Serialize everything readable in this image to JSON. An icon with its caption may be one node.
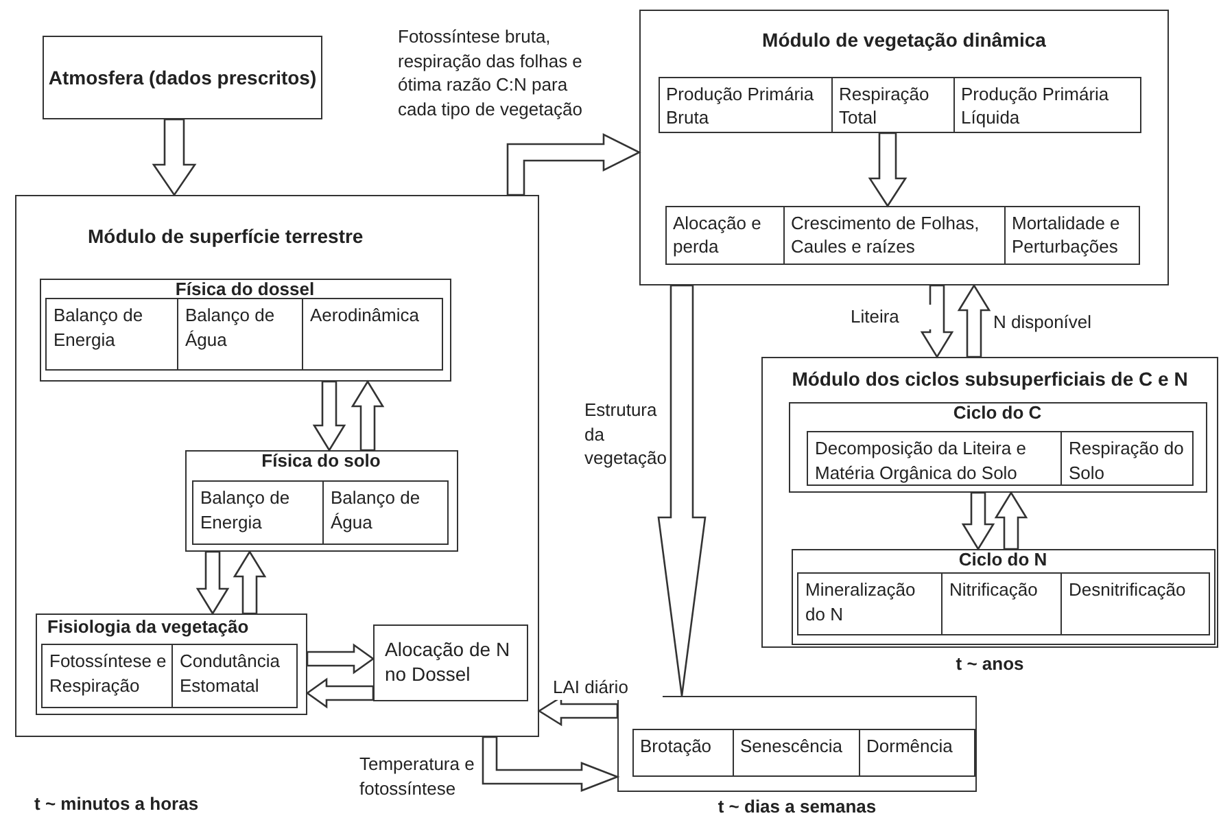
{
  "diagram": {
    "nodes": [
      {
        "text": [
          "Atmosfera (dados prescritos)"
        ]
      },
      {
        "text": [
          "Módulo de superfície terrestre"
        ],
        "beside": [
          "t ~ minutos a horas"
        ]
      },
      {
        "text": [
          "Física do dossel"
        ],
        "in": 1
      },
      {
        "text": [
          "Balanço de Energia"
        ],
        "in": 2
      },
      {
        "text": [
          "Balanço de Água"
        ],
        "in": 2
      },
      {
        "text": [
          "Aerodinâmica"
        ],
        "in": 2
      },
      {
        "text": [
          "Física do solo"
        ],
        "in": 1
      },
      {
        "text": [
          "Balanço de Energia"
        ],
        "in": 6
      },
      {
        "text": [
          "Balanço de Água"
        ],
        "in": 6
      },
      {
        "text": [
          "Fisiologia da vegetação"
        ],
        "in": 1
      },
      {
        "text": [
          "Fotossíntese e Respiração"
        ],
        "in": 9
      },
      {
        "text": [
          "Condutância Estomatal"
        ],
        "in": 9
      },
      {
        "text": [
          "Alocação de N no Dossel"
        ],
        "in": 1
      },
      {
        "text": [
          "Módulo de vegetação dinâmica"
        ]
      },
      {
        "text": [
          "Produção Primária Bruta"
        ],
        "in": 13
      },
      {
        "text": [
          "Respiração Total"
        ],
        "in": 13
      },
      {
        "text": [
          "Produção Primária Líquida"
        ],
        "in": 13
      },
      {
        "text": [
          "Alocação e perda"
        ],
        "in": 13
      },
      {
        "text": [
          "Crescimento de Folhas, Caules e raízes"
        ],
        "in": 13
      },
      {
        "text": [
          "Mortalidade e Perturbações"
        ],
        "in": 13
      },
      {
        "text": [
          "Módulo dos ciclos subsuperficiais de C e N"
        ],
        "beside": [
          "t ~ anos"
        ]
      },
      {
        "text": [
          "Ciclo do C"
        ],
        "in": 20
      },
      {
        "text": [
          "Decomposição da Liteira e Matéria Orgânica do Solo"
        ],
        "in": 21
      },
      {
        "text": [
          "Respiração do Solo"
        ],
        "in": 21
      },
      {
        "text": [
          "Ciclo do N"
        ],
        "in": 20
      },
      {
        "text": [
          "Mineralização do N"
        ],
        "in": 24
      },
      {
        "text": [
          "Nitrificação"
        ],
        "in": 24
      },
      {
        "text": [
          "Desnitrificação"
        ],
        "in": 24
      },
      {
        "text": [],
        "shape": "box",
        "beside": [
          "t ~ dias a semanas"
        ]
      },
      {
        "text": [
          "Brotação"
        ],
        "in": 28
      },
      {
        "text": [
          "Senescência"
        ],
        "in": 28
      },
      {
        "text": [
          "Dormência"
        ],
        "in": 28
      }
    ],
    "edges": [
      {
        "from": 0,
        "to": 1,
        "arrow": "to"
      },
      {
        "from": 1,
        "to": 13,
        "arrow": "to",
        "label": "Fotossíntese bruta, respiração das folhas e ótima razão C:N para cada tipo de vegetação"
      },
      {
        "from": 2,
        "to": 6,
        "arrow": "to"
      },
      {
        "from": 6,
        "to": 2,
        "arrow": "to"
      },
      {
        "from": 6,
        "to": 9,
        "arrow": "to"
      },
      {
        "from": 9,
        "to": 6,
        "arrow": "to"
      },
      {
        "from": 9,
        "to": 12,
        "arrow": "to"
      },
      {
        "from": 12,
        "to": 9,
        "arrow": "to"
      },
      {
        "from": 15,
        "to": 18,
        "arrow": "to"
      },
      {
        "from": 13,
        "to": 20,
        "arrow": "to",
        "label": "Liteira"
      },
      {
        "from": 20,
        "to": 13,
        "arrow": "to",
        "label": "N disponível"
      },
      {
        "from": 13,
        "to": 28,
        "arrow": "to",
        "label": "Estrutura da vegetação"
      },
      {
        "from": 21,
        "to": 24,
        "arrow": "to"
      },
      {
        "from": 24,
        "to": 21,
        "arrow": "to"
      },
      {
        "from": 28,
        "to": 1,
        "arrow": "to",
        "label": "LAI diário"
      },
      {
        "from": 1,
        "to": 28,
        "arrow": "to",
        "label": "Temperatura e fotossíntese"
      }
    ]
  }
}
